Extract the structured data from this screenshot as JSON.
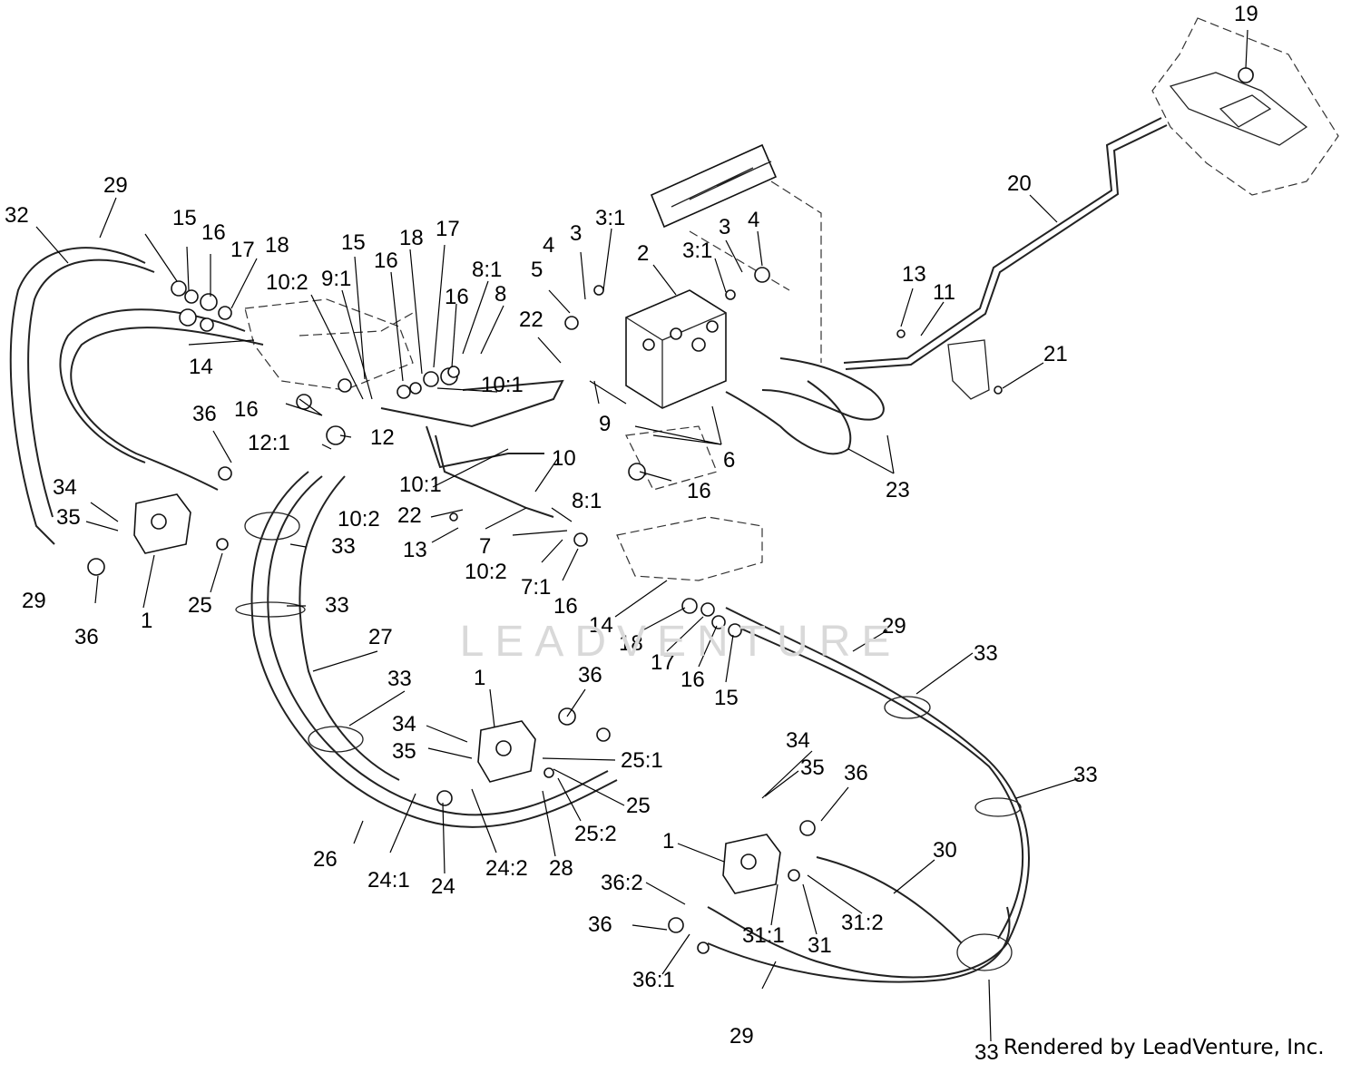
{
  "watermark": "LEADVENTURE",
  "credit": "Rendered by LeadVenture, Inc.",
  "callouts": [
    "19",
    "20",
    "29",
    "32",
    "15",
    "16",
    "17",
    "18",
    "15",
    "16",
    "18",
    "17",
    "10:2",
    "9:1",
    "8:1",
    "16",
    "8",
    "4",
    "3",
    "3:1",
    "2",
    "3:1",
    "3",
    "4",
    "5",
    "22",
    "13",
    "11",
    "21",
    "14",
    "16",
    "10:1",
    "36",
    "12:1",
    "12",
    "9",
    "6",
    "10:2",
    "10:1",
    "10",
    "16",
    "23",
    "34",
    "35",
    "22",
    "8:1",
    "13",
    "7",
    "10:2",
    "7:1",
    "16",
    "1",
    "25",
    "29",
    "36",
    "33",
    "33",
    "14",
    "18",
    "17",
    "16",
    "15",
    "29",
    "27",
    "33",
    "1",
    "36",
    "34",
    "35",
    "25:1",
    "25",
    "33",
    "34",
    "35",
    "36",
    "33",
    "25:2",
    "26",
    "24:1",
    "24",
    "24:2",
    "28",
    "1",
    "30",
    "36:2",
    "31:2",
    "31:1",
    "31",
    "36",
    "36:1",
    "29",
    "33"
  ]
}
